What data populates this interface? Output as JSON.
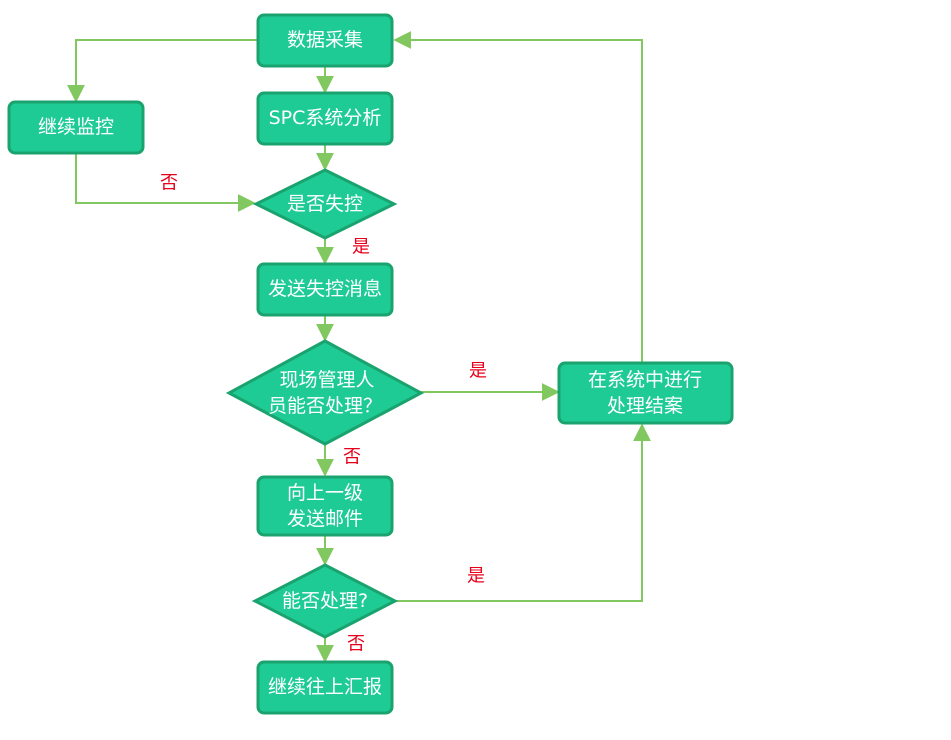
{
  "colors": {
    "node_fill": "#1fcb95",
    "node_stroke": "#1aa36e",
    "edge": "#82c860",
    "label": "#e8001b"
  },
  "nodes": {
    "data_collection": "数据采集",
    "continue_monitor": "继续监控",
    "spc_analysis": "SPC系统分析",
    "out_of_control": "是否失控",
    "send_alert": "发送失控消息",
    "site_manager_line1": "现场管理人",
    "site_manager_line2": "员能否处理？",
    "close_in_system_line1": "在系统中进行",
    "close_in_system_line2": "处理结案",
    "email_up_line1": "向上一级",
    "email_up_line2": "发送邮件",
    "can_handle": "能否处理?",
    "report_up": "继续往上汇报"
  },
  "edge_labels": {
    "no_to_monitor": "否",
    "yes_out_of_control": "是",
    "yes_site_manager": "是",
    "no_site_manager": "否",
    "yes_can_handle": "是",
    "no_can_handle": "否"
  }
}
